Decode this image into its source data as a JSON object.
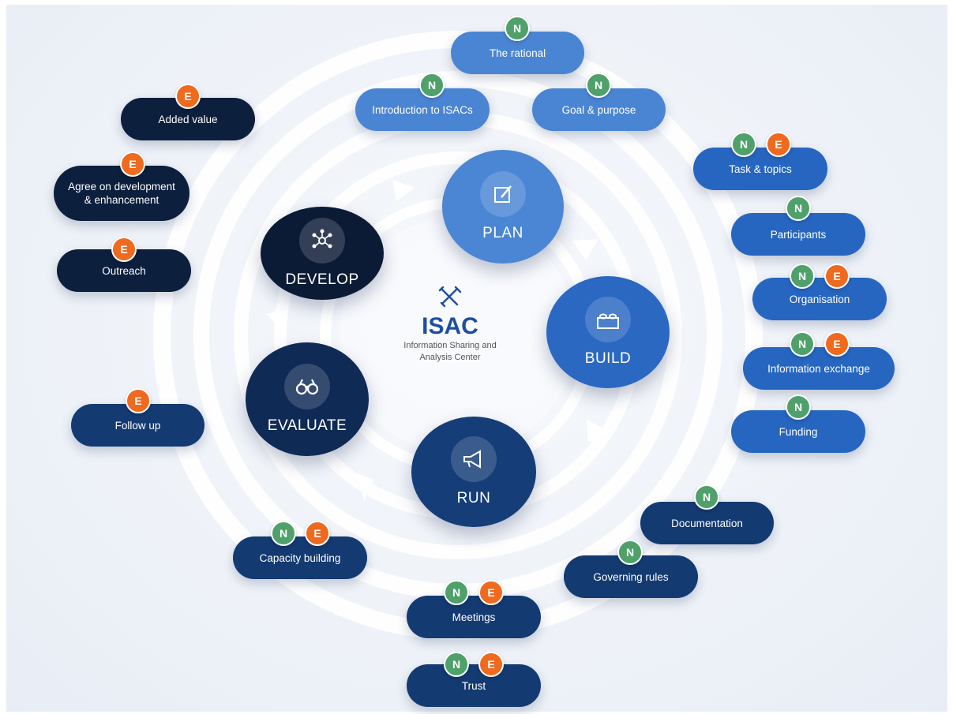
{
  "center": {
    "title": "ISAC",
    "subtitle_line1": "Information Sharing and",
    "subtitle_line2": "Analysis Center",
    "icon": "tools-icon"
  },
  "phases": {
    "plan": {
      "label": "PLAN",
      "icon": "edit-icon",
      "color": "#4a86d4"
    },
    "build": {
      "label": "BUILD",
      "icon": "lego-brick-icon",
      "color": "#2a68c2"
    },
    "run": {
      "label": "RUN",
      "icon": "megaphone-icon",
      "color": "#153d78"
    },
    "evaluate": {
      "label": "EVALUATE",
      "icon": "binoculars-icon",
      "color": "#0f2a55"
    },
    "develop": {
      "label": "DEVELOP",
      "icon": "network-icon",
      "color": "#0b1b36"
    }
  },
  "badges": {
    "n": "N",
    "e": "E"
  },
  "items": {
    "the_rational": "The rational",
    "introduction": "Introduction to ISACs",
    "goal": "Goal & purpose",
    "added_value": "Added value",
    "agree_line1": "Agree on development",
    "agree_line2": "& enhancement",
    "outreach": "Outreach",
    "follow_up": "Follow up",
    "task_topics": "Task & topics",
    "participants": "Participants",
    "organisation": "Organisation",
    "information_exchange": "Information exchange",
    "funding": "Funding",
    "documentation": "Documentation",
    "governing_rules": "Governing rules",
    "capacity_building": "Capacity building",
    "meetings": "Meetings",
    "trust": "Trust"
  }
}
